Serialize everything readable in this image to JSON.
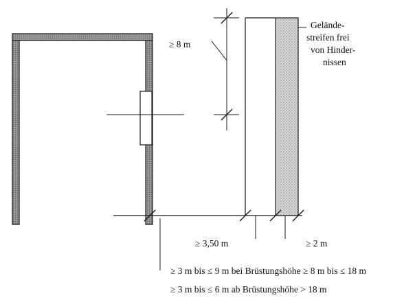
{
  "labels": {
    "height_dim": "≥ 8 m",
    "strip_width": "≥ 3,50 m",
    "clear_strip": "≥ 2 m",
    "distance_line_1": "≥ 3 m bis ≤ 9 m bei Brüstungshöhe ≥ 8 m bis ≤ 18 m",
    "distance_line_2": "≥ 3 m bis ≤ 6 m ab Brüstungshöhe > 18 m"
  },
  "note": {
    "line1": "Gelände-",
    "line2": "streifen frei",
    "line3": "von Hinder-",
    "line4": "nissen"
  },
  "colors": {
    "line": "#1a1a1a",
    "wall_fill": "#8c8c8c",
    "stipple_fill": "#c9c9c9"
  }
}
